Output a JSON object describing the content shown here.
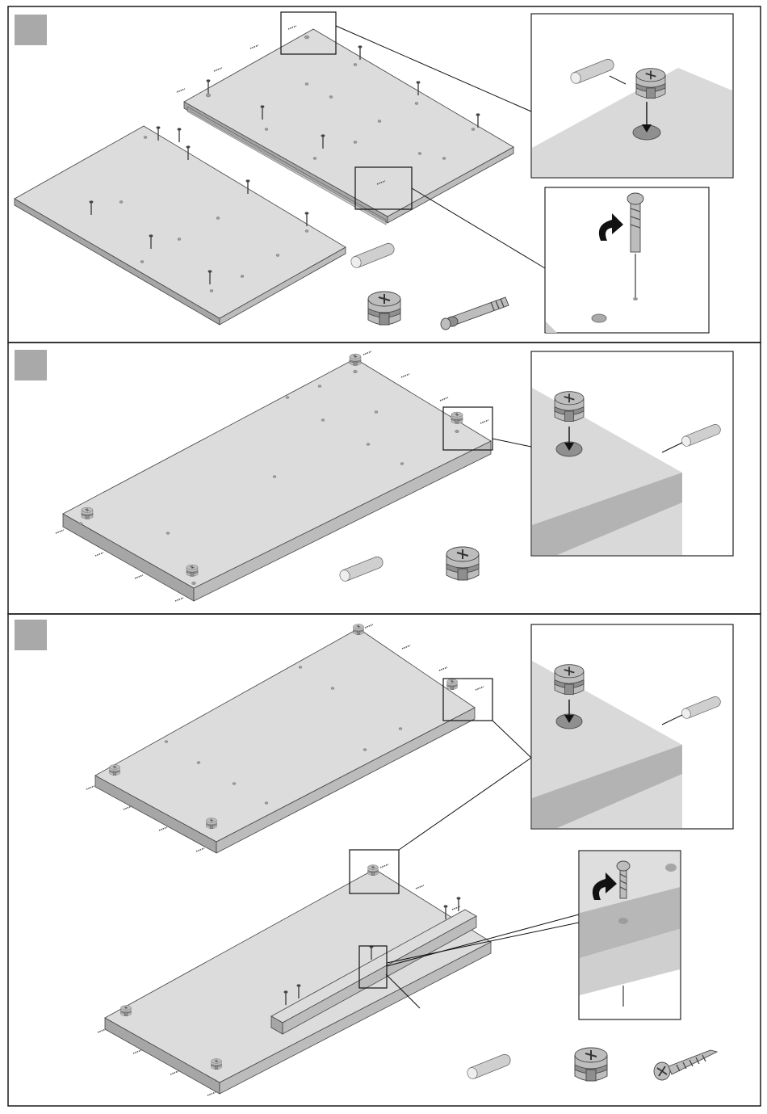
{
  "steps": [
    {
      "id": "step-1",
      "badge_label": ""
    },
    {
      "id": "step-2",
      "badge_label": ""
    },
    {
      "id": "step-3",
      "badge_label": ""
    }
  ],
  "parts": [
    "wooden-dowel",
    "cam-lock",
    "cam-bolt",
    "wood-screw"
  ],
  "icons": [
    "rotate-arrow-icon",
    "down-arrow-icon"
  ],
  "colors": {
    "badge": "#a9a9a9",
    "panel": "#dcdcdc",
    "panel_edge": "#a6a6a6",
    "frame": "#1a1a1a"
  }
}
